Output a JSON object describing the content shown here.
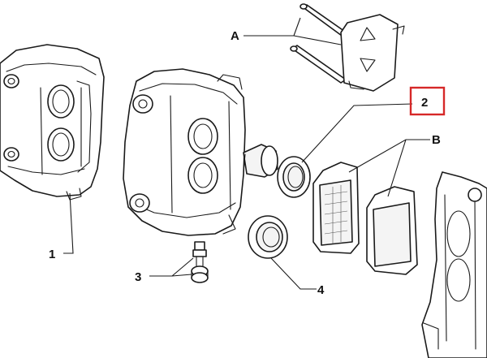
{
  "callouts": {
    "a": "A",
    "b": "B",
    "one": "1",
    "two": "2",
    "three": "3",
    "four": "4"
  },
  "highlight_color": "#d62828",
  "line_color": "#1a1a1a"
}
